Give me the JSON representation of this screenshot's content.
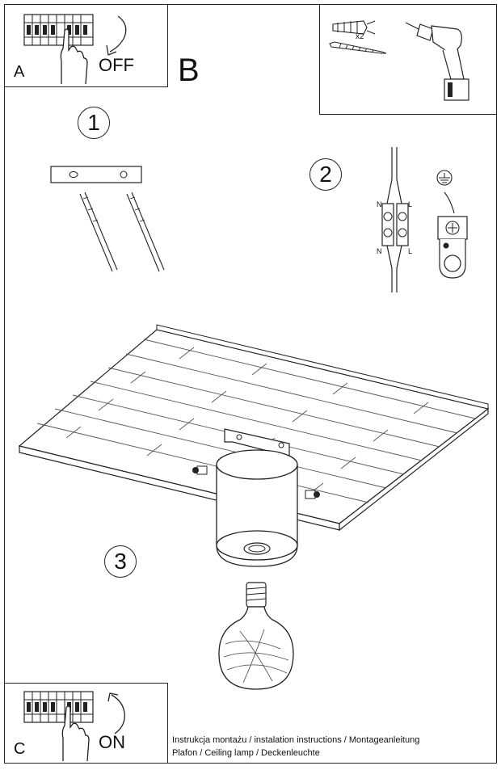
{
  "panel_a": {
    "letter": "A",
    "switch_text": "OFF"
  },
  "section_b": {
    "letter": "B"
  },
  "tools": {
    "quantity": "x2"
  },
  "steps": [
    {
      "number": "1"
    },
    {
      "number": "2"
    },
    {
      "number": "3"
    }
  ],
  "terminal": {
    "n_top": "N",
    "l_top": "L",
    "n_bottom": "N",
    "l_bottom": "L"
  },
  "panel_c": {
    "letter": "C",
    "switch_text": "ON"
  },
  "footer": {
    "line1": "Instrukcja montażu / instalation instructions / Montageanleitung",
    "line2": "Plafon / Ceiling lamp / Deckenleuchte"
  }
}
